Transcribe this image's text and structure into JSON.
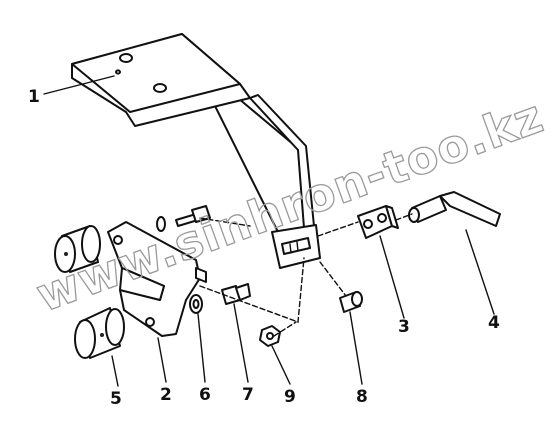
{
  "watermark": "www.sinhron-too.kz",
  "callouts": [
    "1",
    "2",
    "3",
    "4",
    "5",
    "6",
    "7",
    "8",
    "9"
  ]
}
